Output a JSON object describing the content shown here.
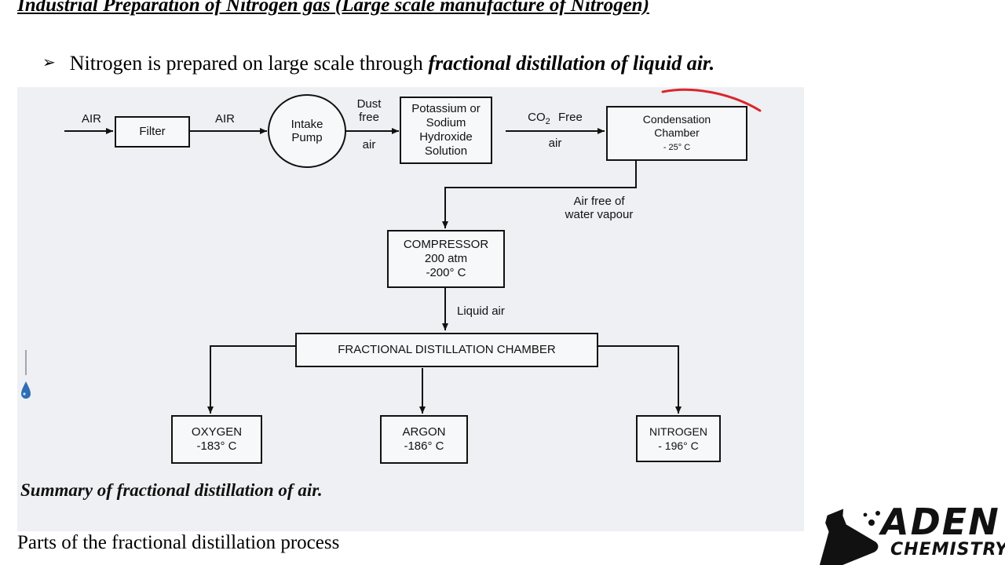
{
  "slide": {
    "title": "Industrial Preparation of Nitrogen gas (Large scale manufacture of Nitrogen)",
    "bullet_plain": "Nitrogen is prepared on large scale through ",
    "bullet_emph": "fractional distillation of liquid air.",
    "caption": "Summary of fractional distillation of air.",
    "footer": "Parts of the fractional distillation process"
  },
  "diagram": {
    "labels": {
      "air_in": "AIR",
      "air_mid": "AIR",
      "dust_free_1": "Dust",
      "dust_free_2": "free",
      "dust_free_3": "air",
      "co2_free_1": "CO",
      "co2_free_sub": "2",
      "co2_free_2": "Free",
      "co2_free_3": "air",
      "water_free_1": "Air free of",
      "water_free_2": "water vapour",
      "liquid_air": "Liquid air"
    },
    "boxes": {
      "filter": "Filter",
      "pump_1": "Intake",
      "pump_2": "Pump",
      "hydroxide_1": "Potassium or",
      "hydroxide_2": "Sodium",
      "hydroxide_3": "Hydroxide",
      "hydroxide_4": "Solution",
      "condensation_1": "Condensation",
      "condensation_2": "Chamber",
      "condensation_3": "- 25° C",
      "compressor_1": "COMPRESSOR",
      "compressor_2": "200 atm",
      "compressor_3": "-200° C",
      "fractional": "FRACTIONAL DISTILLATION CHAMBER",
      "oxygen_1": "OXYGEN",
      "oxygen_2": "-183° C",
      "argon_1": "ARGON",
      "argon_2": "-186° C",
      "nitrogen_1": "NITROGEN",
      "nitrogen_2": "- 196° C"
    }
  },
  "logo": {
    "line1": "ADEN",
    "line2": "CHEMISTRY"
  },
  "colors": {
    "annotation_red": "#d9262c",
    "drop_blue": "#2f6db5",
    "panel_bg": "#eef0f3"
  }
}
